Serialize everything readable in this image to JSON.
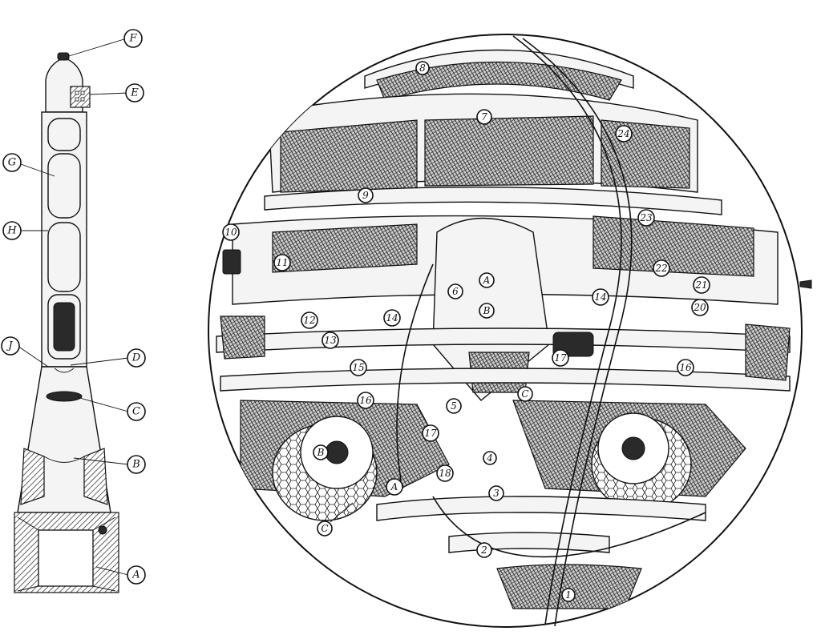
{
  "rocket": {
    "labels": [
      {
        "id": "F",
        "text": "F"
      },
      {
        "id": "E",
        "text": "E"
      },
      {
        "id": "G",
        "text": "G"
      },
      {
        "id": "H",
        "text": "H"
      },
      {
        "id": "J",
        "text": "J"
      },
      {
        "id": "D",
        "text": "D"
      },
      {
        "id": "C",
        "text": "C"
      },
      {
        "id": "B",
        "text": "B"
      },
      {
        "id": "A",
        "text": "A"
      }
    ]
  },
  "sphere": {
    "circled_letters": [
      {
        "id": "A-upper",
        "text": "A"
      },
      {
        "id": "B-upper",
        "text": "B"
      },
      {
        "id": "C-center",
        "text": "C"
      },
      {
        "id": "A-lower",
        "text": "A"
      },
      {
        "id": "B-lower",
        "text": "B"
      },
      {
        "id": "C-lower",
        "text": "C"
      }
    ],
    "numbers": [
      {
        "id": "n8",
        "text": "8"
      },
      {
        "id": "n7",
        "text": "7"
      },
      {
        "id": "n24",
        "text": "24"
      },
      {
        "id": "n9",
        "text": "9"
      },
      {
        "id": "n23",
        "text": "23"
      },
      {
        "id": "n10",
        "text": "10"
      },
      {
        "id": "n11",
        "text": "11"
      },
      {
        "id": "n6",
        "text": "6"
      },
      {
        "id": "n22",
        "text": "22"
      },
      {
        "id": "n21",
        "text": "21"
      },
      {
        "id": "n14a",
        "text": "14"
      },
      {
        "id": "n14b",
        "text": "14"
      },
      {
        "id": "n12",
        "text": "12"
      },
      {
        "id": "n20",
        "text": "20"
      },
      {
        "id": "n13",
        "text": "13"
      },
      {
        "id": "n17a",
        "text": "17"
      },
      {
        "id": "n15",
        "text": "15"
      },
      {
        "id": "n16a",
        "text": "16"
      },
      {
        "id": "n16b",
        "text": "16"
      },
      {
        "id": "n5",
        "text": "5"
      },
      {
        "id": "n17b",
        "text": "17"
      },
      {
        "id": "n4",
        "text": "4"
      },
      {
        "id": "n18",
        "text": "18"
      },
      {
        "id": "n3",
        "text": "3"
      },
      {
        "id": "n2",
        "text": "2"
      },
      {
        "id": "n1",
        "text": "1"
      }
    ]
  }
}
